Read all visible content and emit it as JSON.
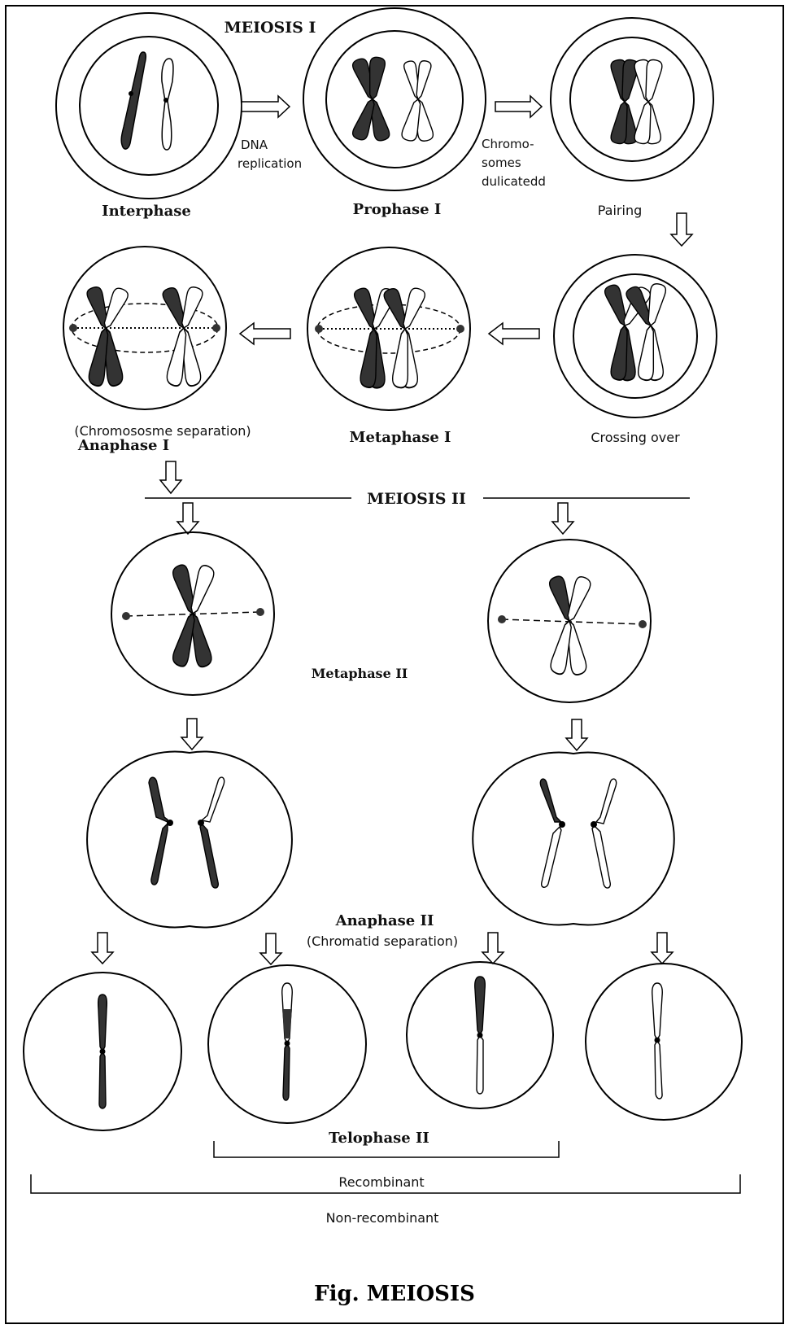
{
  "meiosis_1_heading": "MEIOSIS I",
  "meiosis_2_heading": "MEIOSIS II",
  "stages": {
    "interphase": "Interphase",
    "prophase_1": "Prophase I",
    "pairing": "Pairing",
    "crossing_over": "Crossing over",
    "metaphase_1": "Metaphase I",
    "anaphase_1_note": "(Chromososme separation)",
    "anaphase_1": "Anaphase I",
    "metaphase_2": "Metaphase II",
    "anaphase_2": "Anaphase II",
    "anaphase_2_note": "(Chromatid separation)",
    "telophase_2": "Telophase II"
  },
  "arrow_notes": {
    "dna_line1": "DNA",
    "dna_line2": "replication",
    "chromo_line1": "Chromo-",
    "chromo_line2": "somes",
    "chromo_line3": "dulicatedd"
  },
  "groups": {
    "recombinant": "Recombinant",
    "non_recombinant": "Non-recombinant"
  },
  "figure_caption": "Fig. MEIOSIS",
  "colors": {
    "ink": "#000000",
    "dark_chromosome": "#333333",
    "light_chromosome": "#ffffff",
    "background": "#ffffff"
  }
}
